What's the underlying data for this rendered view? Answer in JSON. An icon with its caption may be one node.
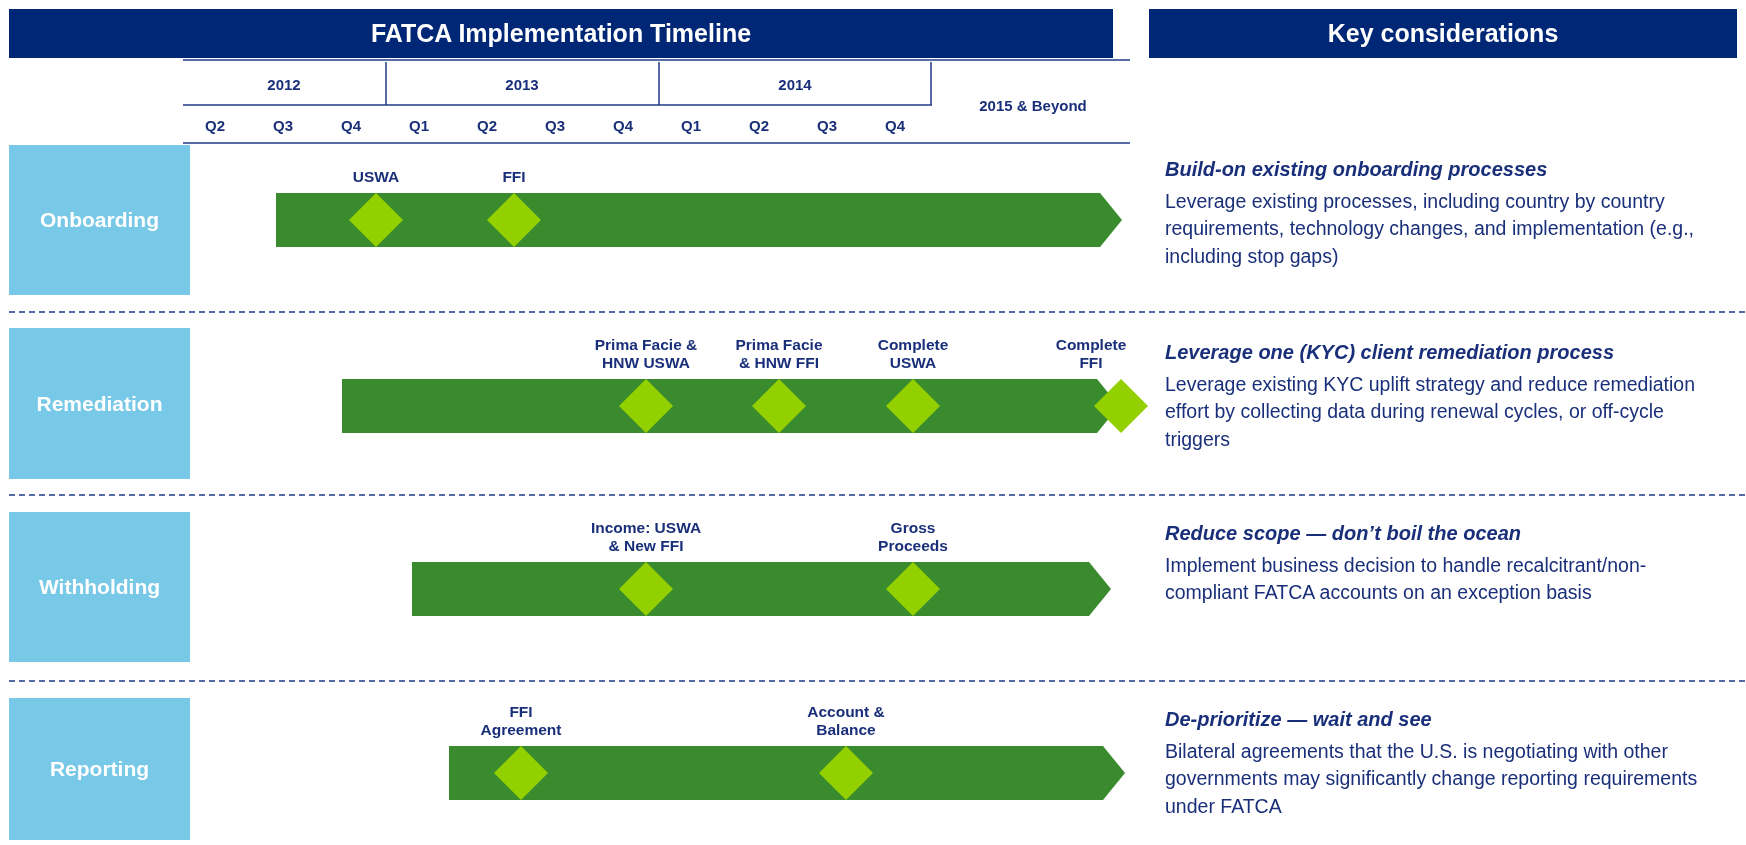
{
  "diagram": {
    "title": "FATCA Implementation Timeline",
    "nodes": [
      {
        "text": [
          "Onboarding"
        ]
      },
      {
        "text": [],
        "shape": "bar"
      },
      {
        "text": [
          "USWA"
        ],
        "in": 1
      },
      {
        "text": [
          "FFI"
        ],
        "in": 1
      },
      {
        "text": [
          "Remediation"
        ]
      },
      {
        "text": [],
        "shape": "bar"
      },
      {
        "text": [
          "Prima Facie & HNW USWA"
        ],
        "in": 5
      },
      {
        "text": [
          "Prima Facie & HNW FFI"
        ],
        "in": 5
      },
      {
        "text": [
          "Complete USWA"
        ],
        "in": 5
      },
      {
        "text": [
          "Complete FFI"
        ]
      },
      {
        "text": [
          "Withholding"
        ]
      },
      {
        "text": [],
        "shape": "bar"
      },
      {
        "text": [
          "Income: USWA & New FFI"
        ],
        "in": 11
      },
      {
        "text": [
          "Gross Proceeds"
        ],
        "in": 11
      },
      {
        "text": [
          "Reporting"
        ]
      },
      {
        "text": [],
        "shape": "bar"
      },
      {
        "text": [
          "FFI Agreement"
        ],
        "in": 15
      },
      {
        "text": [
          "Account & Balance"
        ],
        "in": 15
      }
    ],
    "labels": [
      "Key considerations",
      "2012",
      "2013",
      "2014",
      "2015 & Beyond",
      "Q2",
      "Q3",
      "Q4",
      "Q1",
      "Q2",
      "Q3",
      "Q4",
      "Q1",
      "Q2",
      "Q3",
      "Q4",
      "Build-on existing onboarding processes",
      "Leverage existing processes, including country by country requirements, technology changes, and implementation (e.g., including stop gaps)",
      "Leverage one (KYC) client remediation process",
      "Leverage existing KYC uplift strategy and reduce remediation effort by collecting data during renewal cycles, or off-cycle triggers",
      "Reduce scope — don’t boil the ocean",
      "Implement business decision to handle recalcitrant/non-compliant FATCA accounts on an exception basis",
      "De-prioritize — wait and see",
      "Bilateral agreements that the U.S. is negotiating with other governments may significantly change reporting requirements under FATCA"
    ]
  }
}
